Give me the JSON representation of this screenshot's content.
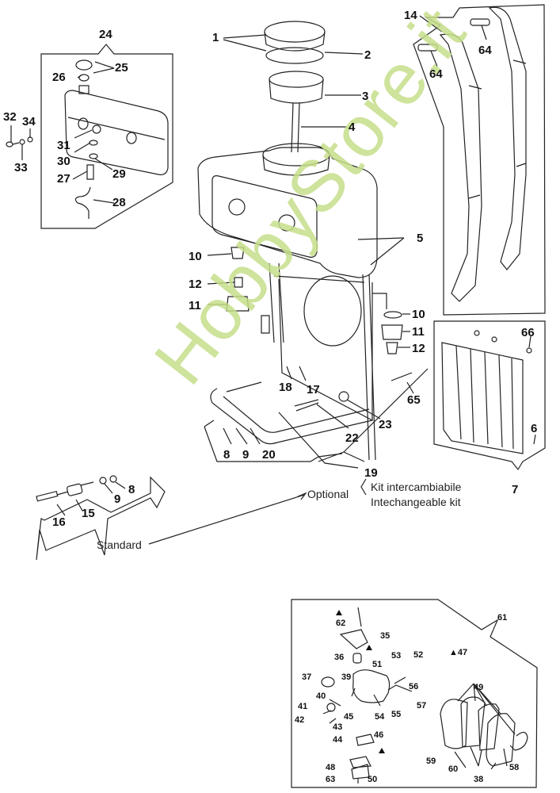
{
  "watermark": "HobbyStore.it",
  "colors": {
    "line": "#222222",
    "watermark": "#c6df8a",
    "background": "#ffffff"
  },
  "groups": {
    "fuel_tank_aux": "24",
    "strap_set": "14",
    "back_pad": "7",
    "kit_group": "19",
    "carburetor_group": "61"
  },
  "kit_labels": {
    "kit_it": "Kit intercambiabile",
    "kit_en": "Intechangeable kit",
    "optional": "Optional",
    "standard": "Standard"
  },
  "part_labels": {
    "p1": "1",
    "p2": "2",
    "p3": "3",
    "p4": "4",
    "p5": "5",
    "p6": "6",
    "p7": "7",
    "p8a": "8",
    "p8b": "8",
    "p9a": "9",
    "p9b": "9",
    "p10a": "10",
    "p10b": "10",
    "p11a": "11",
    "p11b": "11",
    "p12a": "12",
    "p12b": "12",
    "p14": "14",
    "p15": "15",
    "p16": "16",
    "p17": "17",
    "p18": "18",
    "p19": "19",
    "p20": "20",
    "p22": "22",
    "p23": "23",
    "p24": "24",
    "p25": "25",
    "p26": "26",
    "p27": "27",
    "p28": "28",
    "p29": "29",
    "p30": "30",
    "p31": "31",
    "p32": "32",
    "p33": "33",
    "p34": "34",
    "p35": "35",
    "p36": "36",
    "p37": "37",
    "p38": "38",
    "p39": "39",
    "p40": "40",
    "p41": "41",
    "p42": "42",
    "p43": "43",
    "p44": "44",
    "p45": "45",
    "p46": "46",
    "p47": "▲47",
    "p48": "48",
    "p49": "49",
    "p50": "50",
    "p51": "51",
    "p52": "52",
    "p53": "53",
    "p54": "54",
    "p55": "55",
    "p56": "56",
    "p57": "57",
    "p58": "58",
    "p59": "59",
    "p60": "60",
    "p61": "61",
    "p62": "62",
    "p63": "63",
    "p64a": "64",
    "p64b": "64",
    "p65": "65",
    "p66": "66"
  },
  "markers": {
    "triangle": "▲"
  }
}
